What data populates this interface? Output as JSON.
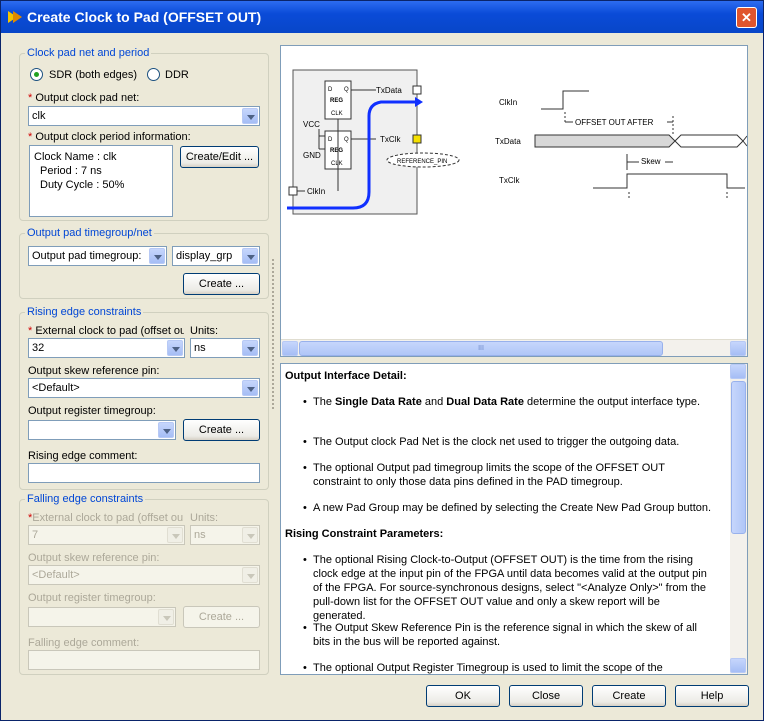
{
  "window": {
    "title": "Create Clock to Pad (OFFSET OUT)",
    "close": "✕"
  },
  "clock_group": {
    "title": "Clock pad net and period",
    "sdr_label": "SDR (both edges)",
    "ddr_label": "DDR",
    "sdr_selected": true,
    "net_label": "Output clock pad net:",
    "net_value": "clk",
    "period_label": "Output clock period information:",
    "period_lines": [
      "Clock Name : clk",
      "Period : 7 ns",
      "Duty Cycle : 50%"
    ],
    "create_edit_label": "Create/Edit ..."
  },
  "pad_group": {
    "title": "Output pad timegroup/net",
    "type_value": "Output pad timegroup:",
    "group_value": "display_grp",
    "create_label": "Create ..."
  },
  "rising": {
    "title": "Rising edge constraints",
    "ext_label": "External clock to pad (offset ou",
    "units_label": "Units:",
    "ext_value": "32",
    "units_value": "ns",
    "skew_label": "Output skew reference pin:",
    "skew_value": "<Default>",
    "reg_label": "Output register timegroup:",
    "reg_value": "",
    "create_label": "Create ...",
    "comment_label": "Rising edge comment:",
    "comment_value": ""
  },
  "falling": {
    "title": "Falling edge constraints",
    "ext_label": "External clock to pad (offset ou",
    "units_label": "Units:",
    "ext_value": "7",
    "units_value": "ns",
    "skew_label": "Output skew reference pin:",
    "skew_value": "<Default>",
    "reg_label": "Output register timegroup:",
    "reg_value": "",
    "create_label": "Create ...",
    "comment_label": "Falling edge comment:",
    "comment_value": ""
  },
  "diagram": {
    "txdata": "TxData",
    "txclk": "TxClk",
    "clkin": "ClkIn",
    "vcc": "VCC",
    "gnd": "GND",
    "reg": "REG",
    "clk": "CLK",
    "d": "D",
    "q": "Q",
    "ref_pin": "REFERENCE_PIN",
    "wave_clkin": "ClkIn",
    "wave_txdata": "TxData",
    "wave_txclk": "TxClk",
    "offset_label": "OFFSET OUT AFTER",
    "skew_label": "Skew",
    "scroll_mark": "III"
  },
  "help": {
    "h1": "Output Interface Detail:",
    "b1_pre": "The ",
    "b1_sdr": "Single Data Rate",
    "b1_mid": " and ",
    "b1_ddr": "Dual Data Rate",
    "b1_post": " determine the output interface type.",
    "b2": "The Output clock Pad Net is the clock net used to trigger the outgoing data.",
    "b3": "The optional Output pad timegroup limits the scope of the OFFSET OUT constraint to only those data pins defined in the PAD timegroup.",
    "b4": "A new Pad Group may be defined by selecting the Create New Pad Group button.",
    "h2": "Rising Constraint Parameters:",
    "b5": "The optional Rising Clock-to-Output (OFFSET OUT) is the time from the rising clock edge at the input pin of the FPGA until data becomes valid at the output pin of the FPGA. For source-synchronous designs, select \"<Analyze Only>\" from the pull-down list for the OFFSET OUT value and only a skew report will be generated.",
    "b6": "The Output Skew Reference Pin is the reference signal in which the skew of all bits in the bus will be reported against.",
    "b7": "The optional Output Register Timegroup is used to limit the scope of the constraint"
  },
  "footer": {
    "ok": "OK",
    "close": "Close",
    "create": "Create",
    "help": "Help"
  },
  "colors": {
    "accent": "#0046d5",
    "title_bar": "#0a4bd8",
    "required": "#d00000"
  }
}
